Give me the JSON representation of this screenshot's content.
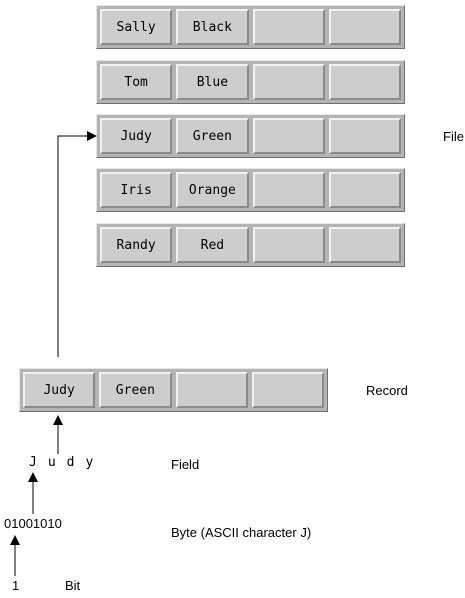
{
  "file_records": [
    {
      "fields": [
        "Sally",
        "Black",
        "",
        ""
      ]
    },
    {
      "fields": [
        "Tom",
        "Blue",
        "",
        ""
      ]
    },
    {
      "fields": [
        "Judy",
        "Green",
        "",
        ""
      ]
    },
    {
      "fields": [
        "Iris",
        "Orange",
        "",
        ""
      ]
    },
    {
      "fields": [
        "Randy",
        "Red",
        "",
        ""
      ]
    }
  ],
  "record": {
    "fields": [
      "Judy",
      "Green",
      "",
      ""
    ]
  },
  "field_value": "Judy",
  "byte_value": "01001010",
  "bit_value": "1",
  "labels": {
    "file": "File",
    "record": "Record",
    "field": "Field",
    "byte": "Byte (ASCII character J)",
    "bit": "Bit"
  }
}
